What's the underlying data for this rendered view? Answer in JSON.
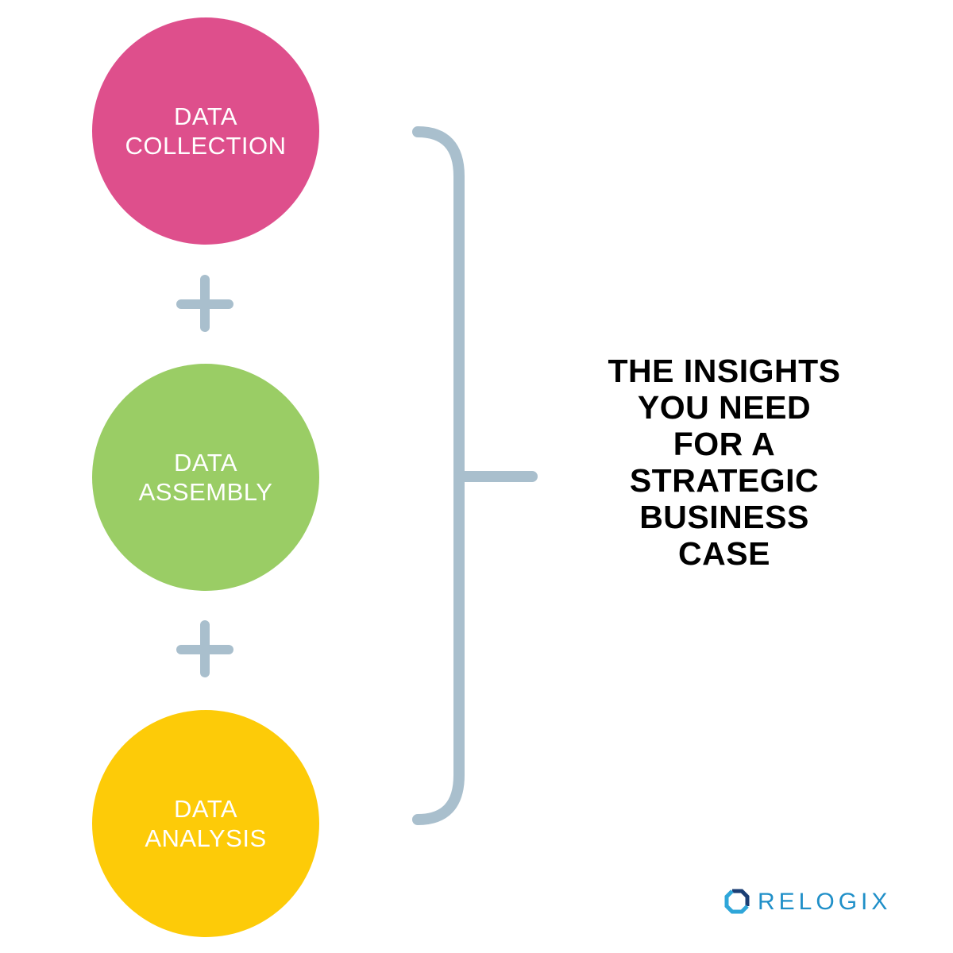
{
  "colors": {
    "collection": "#de4f8c",
    "assembly": "#9acd65",
    "analysis": "#fdcb08",
    "connector": "#a9bfcd",
    "headline": "#000000",
    "logo_text": "#1f8fc8",
    "logo_mark_dark": "#1b3e74",
    "logo_mark_light": "#2fa6d9"
  },
  "circles": [
    {
      "line1": "DATA",
      "line2": "COLLECTION"
    },
    {
      "line1": "DATA",
      "line2": "ASSEMBLY"
    },
    {
      "line1": "DATA",
      "line2": "ANALYSIS"
    }
  ],
  "operators": [
    "+",
    "+"
  ],
  "result": {
    "lines": [
      "THE INSIGHTS",
      "YOU NEED",
      "FOR A",
      "STRATEGIC",
      "BUSINESS",
      "CASE"
    ]
  },
  "logo": {
    "text": "RELOGIX",
    "mark_icon": "octagon-ring-icon"
  }
}
